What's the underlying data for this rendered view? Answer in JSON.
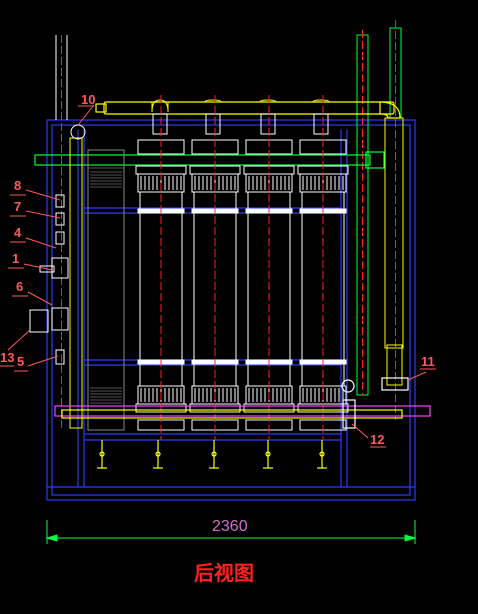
{
  "drawing": {
    "title": "后视图",
    "dimension": "2360",
    "callouts": [
      "1",
      "4",
      "5",
      "6",
      "7",
      "8",
      "10",
      "11",
      "12",
      "13"
    ]
  },
  "colors": {
    "background": "#000000",
    "frame": "#2a3cff",
    "pipe_yellow": "#ffff00",
    "pipe_green": "#00ff40",
    "membrane": "#ffffff",
    "center_line": "#ff2020",
    "drain": "#ff40ff",
    "dimension": "#d070d0",
    "callout": "#ff5a5a"
  }
}
